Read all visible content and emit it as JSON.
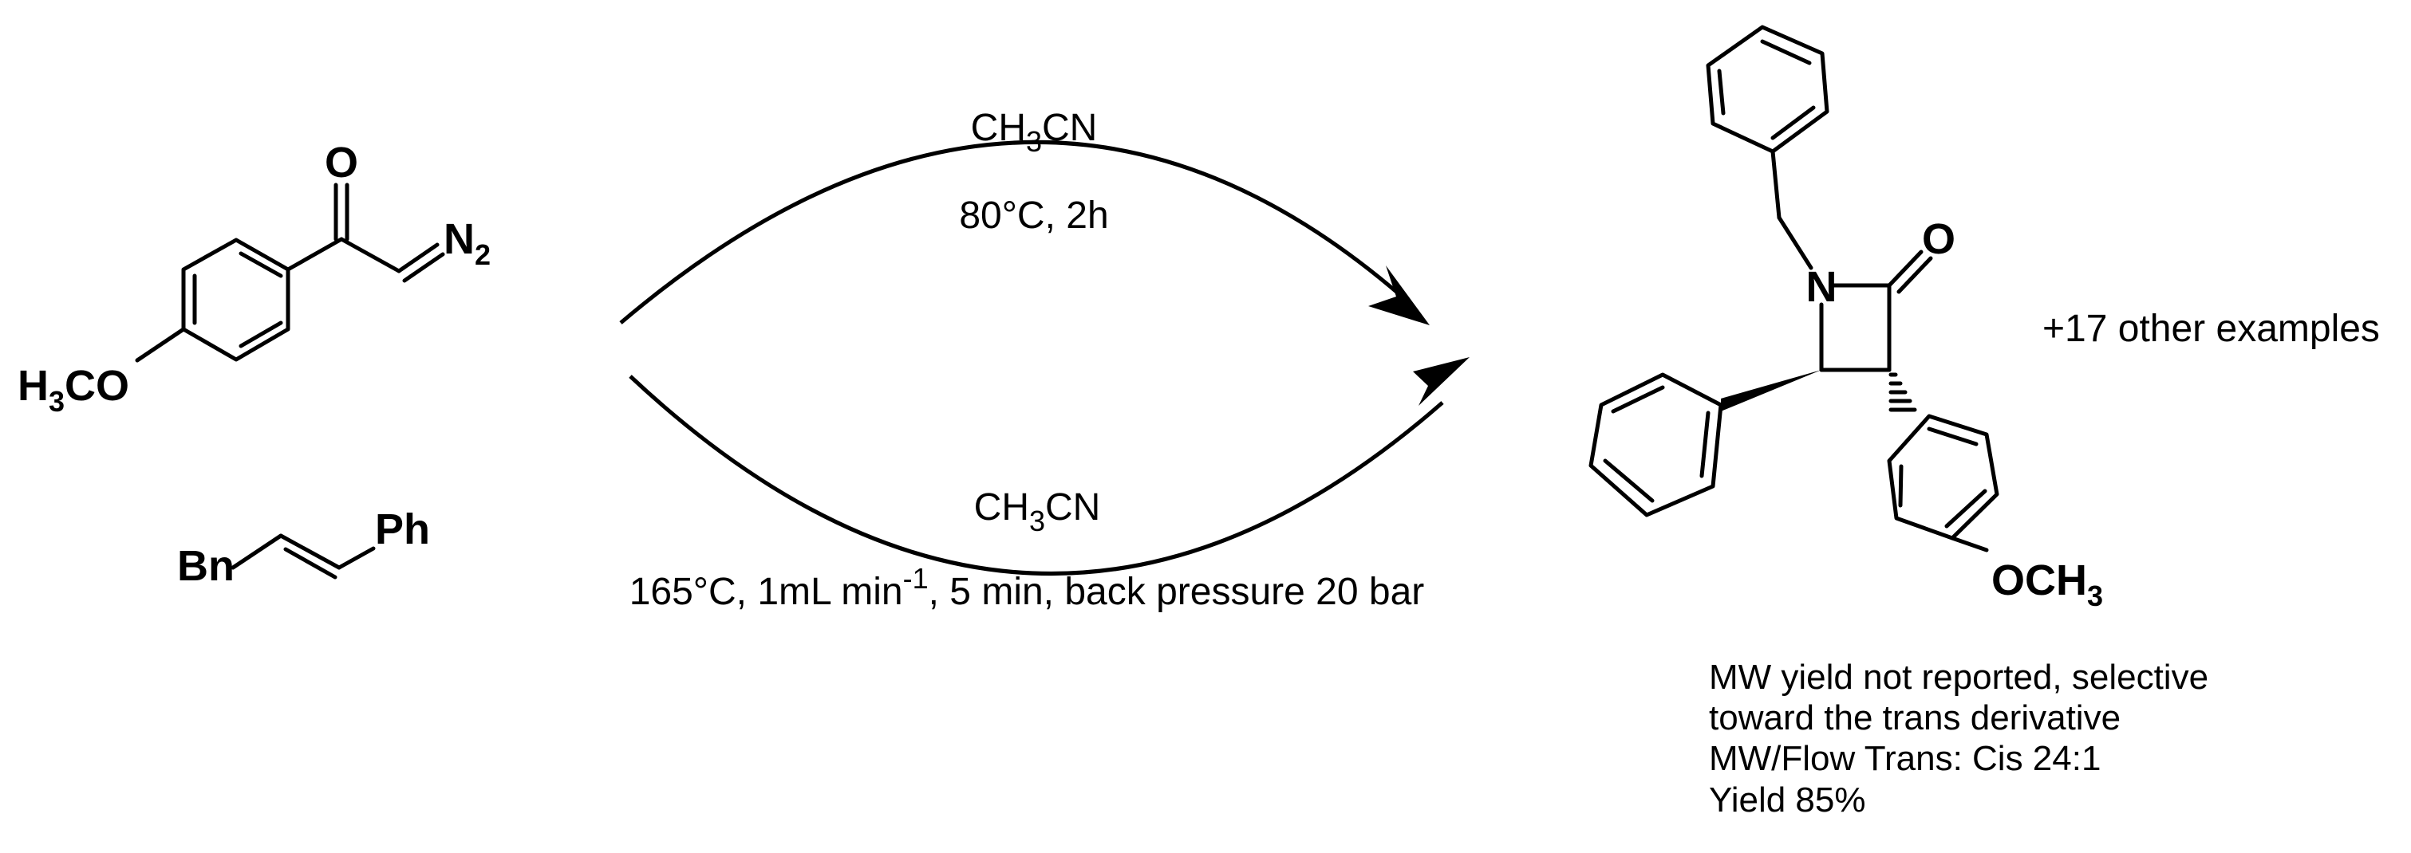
{
  "reactant_diazo": {
    "carbonyl_o": "O",
    "n2_main": "N",
    "n2_sub": "2",
    "methoxy_h": "H",
    "methoxy_sub": "3",
    "methoxy_co": "CO"
  },
  "reactant_alkene": {
    "left_group": "Bn",
    "right_group": "Ph"
  },
  "arrow_top": {
    "solvent_main": "CH",
    "solvent_sub": "3",
    "solvent_tail": "CN",
    "conditions": "80°C, 2h"
  },
  "arrow_bottom": {
    "solvent_main": "CH",
    "solvent_sub": "3",
    "solvent_tail": "CN",
    "conditions_prefix": "165°C, 1mL min",
    "conditions_exp": "-1",
    "conditions_suffix": ", 5 min, back pressure 20 bar"
  },
  "product": {
    "nitrogen": "N",
    "carbonyl_o": "O",
    "methoxy_main": "OCH",
    "methoxy_sub": "3"
  },
  "other_examples": "+17 other examples",
  "notes": [
    "MW yield not reported, selective",
    "toward the trans derivative",
    "MW/Flow Trans: Cis 24:1",
    "Yield 85%"
  ]
}
